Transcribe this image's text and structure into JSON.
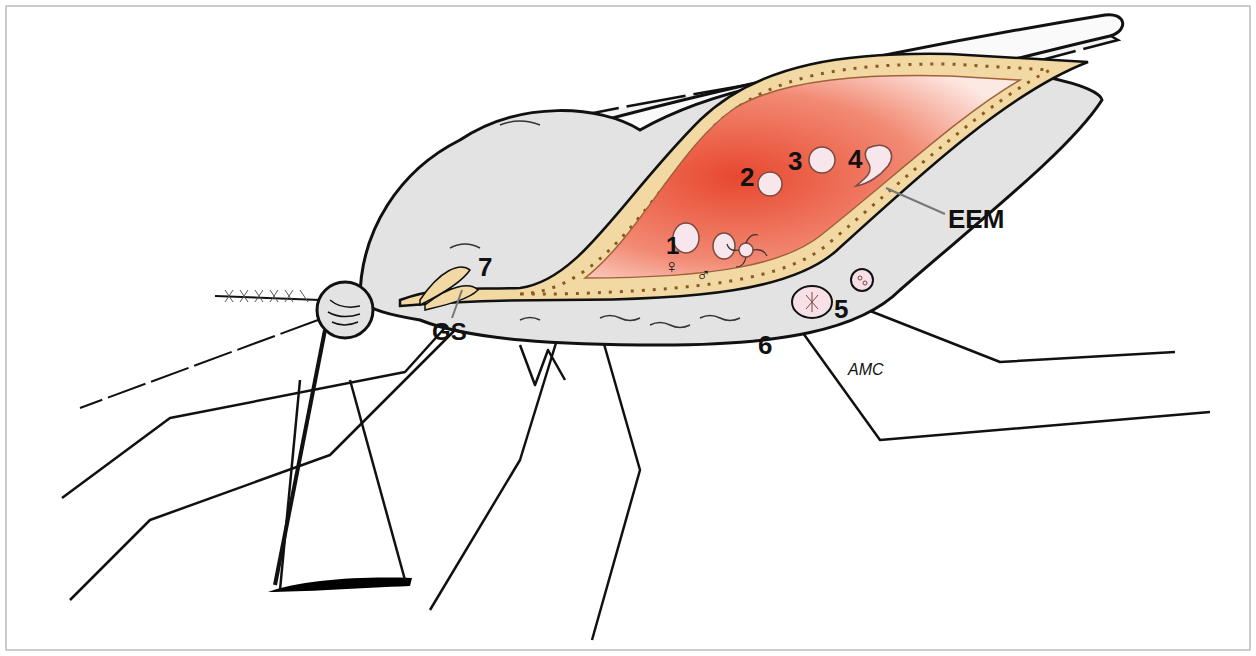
{
  "diagram": {
    "labels": [
      "1",
      "♀",
      "♂",
      "2",
      "3",
      "4",
      "EEM",
      "5",
      "6",
      "7",
      "GS",
      "AMC"
    ]
  }
}
